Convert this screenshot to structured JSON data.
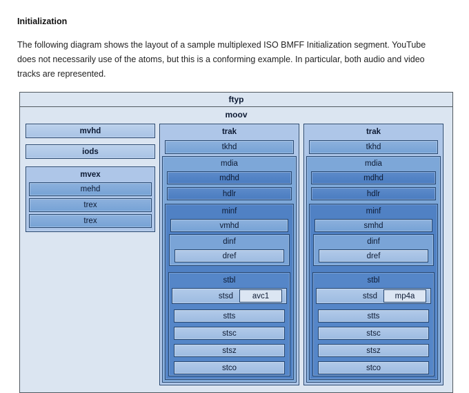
{
  "page": {
    "title": "Initialization",
    "description": "The following diagram shows the layout of a sample multiplexed ISO BMFF Initialization segment. YouTube does not necessarily use of the atoms, but this is a conforming example. In particular, both audio and video tracks are represented."
  },
  "diagram": {
    "ftyp": "ftyp",
    "moov": "moov",
    "movie_boxes": {
      "mvhd": "mvhd",
      "iods": "iods",
      "mvex": {
        "label": "mvex",
        "mehd": "mehd",
        "trex1": "trex",
        "trex2": "trex"
      }
    },
    "video_trak": {
      "trak": "trak",
      "tkhd": "tkhd",
      "mdia": "mdia",
      "mdhd": "mdhd",
      "hdlr": "hdlr",
      "minf": "minf",
      "media_header": "vmhd",
      "dinf": "dinf",
      "dref": "dref",
      "stbl": "stbl",
      "stsd": "stsd",
      "sample_entry": "avc1",
      "stts": "stts",
      "stsc": "stsc",
      "stsz": "stsz",
      "stco": "stco"
    },
    "audio_trak": {
      "trak": "trak",
      "tkhd": "tkhd",
      "mdia": "mdia",
      "mdhd": "mdhd",
      "hdlr": "hdlr",
      "minf": "minf",
      "media_header": "smhd",
      "dinf": "dinf",
      "dref": "dref",
      "stbl": "stbl",
      "stsd": "stsd",
      "sample_entry": "mp4a",
      "stts": "stts",
      "stsc": "stsc",
      "stsz": "stsz",
      "stco": "stco"
    },
    "colors": {
      "canvas": "#dbe5f1",
      "level1_fill": "#aec6e8",
      "level2_fill": "#7da7d8",
      "level3_fill": "#5081c4",
      "dinf_fill": "#7aa4d7",
      "stbl_fill": "#5586c8",
      "leaf_fill": "#a7c2e5",
      "sample_entry_fill": "#dce6f3",
      "box_border": "#26466f",
      "outer_border": "#50585f"
    }
  }
}
